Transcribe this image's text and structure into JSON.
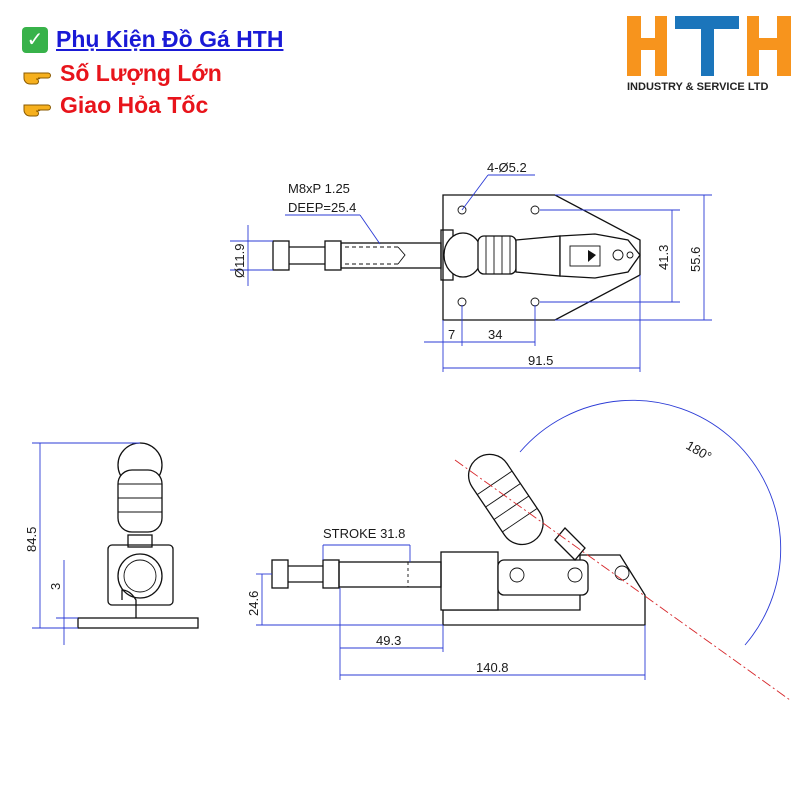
{
  "promo": {
    "line1": "Phụ Kiện Đồ Gá HTH",
    "line2": "Số Lượng Lớn",
    "line3": "Giao Hỏa Tốc"
  },
  "logo": {
    "letters": "HTH",
    "subtitle": "INDUSTRY & SERVICE LTD",
    "accent_color": "#f7941d",
    "secondary_color": "#1b75bb"
  },
  "colors": {
    "link_blue": "#1a1ad6",
    "promo_red": "#e8141b",
    "dimension_blue": "#2b3bd6",
    "arc_red": "#d6262a"
  },
  "dimensions": {
    "holes": "4-Ø5.2",
    "thread": "M8xP 1.25",
    "deep": "DEEP=25.4",
    "dia": "Ø11.9",
    "d7": "7",
    "d34": "34",
    "d915": "91.5",
    "d413": "41.3",
    "d556": "55.6",
    "d845": "84.5",
    "d3": "3",
    "d246": "24.6",
    "stroke": "STROKE 31.8",
    "d493": "49.3",
    "d1408": "140.8",
    "angle": "180°"
  }
}
